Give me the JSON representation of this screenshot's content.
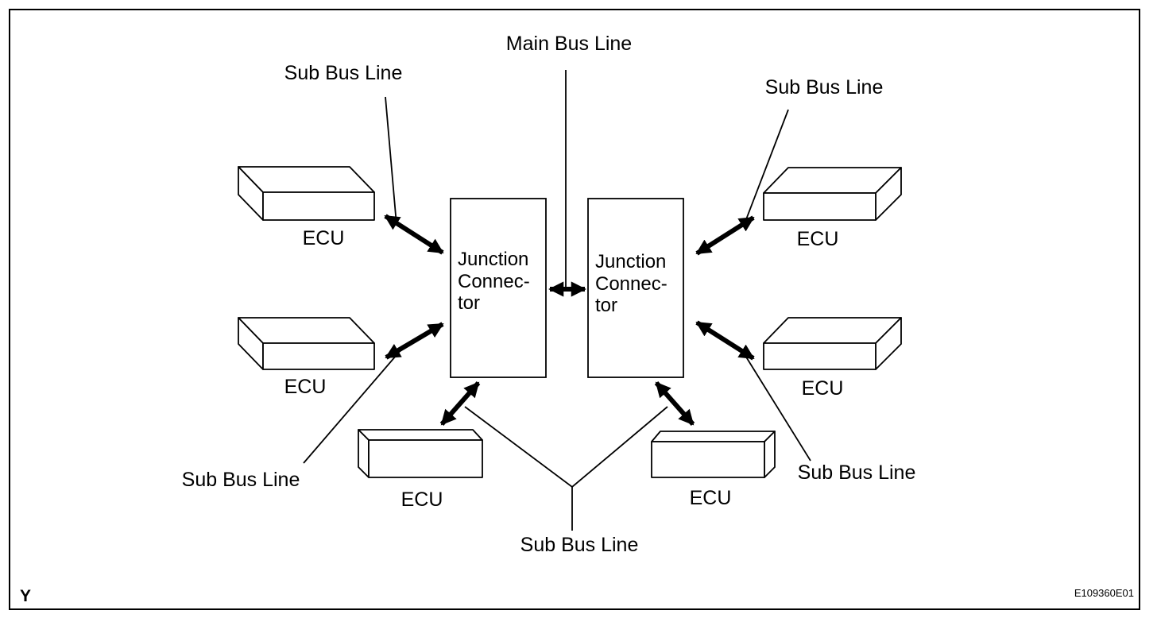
{
  "diagram": {
    "labels": {
      "main_bus": "Main Bus Line",
      "sub_bus_top_left": "Sub Bus Line",
      "sub_bus_top_right": "Sub Bus Line",
      "sub_bus_mid_left": "Sub Bus Line",
      "sub_bus_mid_right": "Sub Bus Line",
      "sub_bus_bottom": "Sub Bus Line"
    },
    "ecus": {
      "top_left": "ECU",
      "mid_left": "ECU",
      "bottom_left": "ECU",
      "top_right": "ECU",
      "mid_right": "ECU",
      "bottom_right": "ECU"
    },
    "junction_left": {
      "line1": "Junction",
      "line2": "Connec-",
      "line3": "tor"
    },
    "junction_right": {
      "line1": "Junction",
      "line2": "Connec-",
      "line3": "tor"
    },
    "corner_mark": "Y",
    "figure_code": "E109360E01"
  }
}
